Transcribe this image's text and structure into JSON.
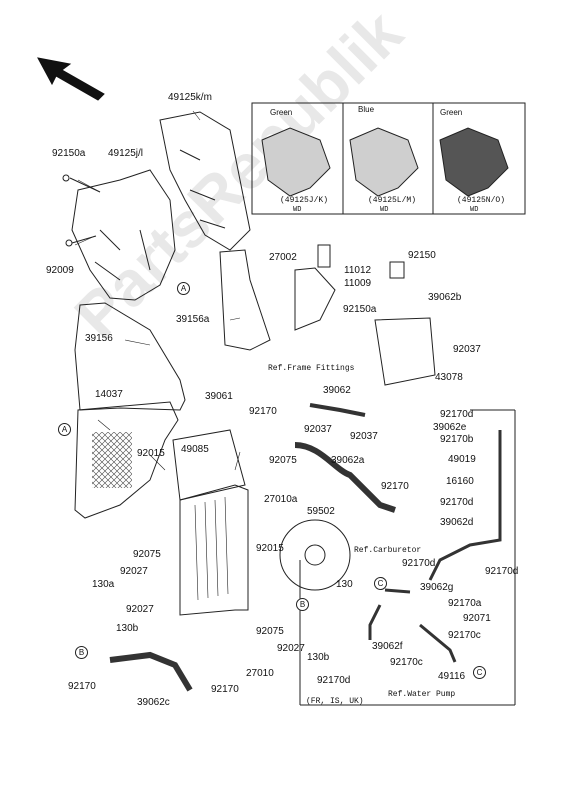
{
  "labels": {
    "p49125km": "49125k/m",
    "p92150a_top": "92150a",
    "p49125jl": "49125j/l",
    "p92009": "92009",
    "p39156": "39156",
    "p39156a": "39156a",
    "p14037": "14037",
    "p39061": "39061",
    "p92015_a": "92015",
    "p49085": "49085",
    "p92075_a": "92075",
    "p92027_a": "92027",
    "p130a": "130a",
    "p92027_b": "92027",
    "p130b_a": "130b",
    "p92170_bl": "92170",
    "p39062c": "39062c",
    "p92170_b2": "92170",
    "p27010": "27010",
    "p27002": "27002",
    "p11012": "11012",
    "p11009": "11009",
    "p92150": "92150",
    "p92150a_mid": "92150a",
    "p39062b": "39062b",
    "p92037_a": "92037",
    "p43078": "43078",
    "p39062": "39062",
    "p92170_m1": "92170",
    "p92037_b": "92037",
    "p92037_c": "92037",
    "p92075_b": "92075",
    "p39062a": "39062a",
    "p92170_m2": "92170",
    "p27010a": "27010a",
    "p59502": "59502",
    "p92015_b": "92015",
    "p130_r": "130",
    "p92075_c": "92075",
    "p92027_c": "92027",
    "p130b_b": "130b",
    "p92170d_1": "92170d",
    "p39062e": "39062e",
    "p92170b": "92170b",
    "p49019": "49019",
    "p16160": "16160",
    "p92170d_2": "92170d",
    "p39062d": "39062d",
    "p92170d_3": "92170d",
    "p92170d_4": "92170d",
    "p39062g": "39062g",
    "p92170a": "92170a",
    "p92071": "92071",
    "p39062f": "39062f",
    "p92170c_a": "92170c",
    "p92170c_b": "92170c",
    "p49116": "49116",
    "p92170d_5": "92170d"
  },
  "refs": {
    "frame": "Ref.Frame Fittings",
    "carb": "Ref.Carburetor",
    "pump": "Ref.Water Pump",
    "markets": "(FR, IS, UK)"
  },
  "panels": [
    {
      "color": "Green",
      "code": "(49125J/K)",
      "model": "WD"
    },
    {
      "color": "Blue",
      "code": "(49125L/M)",
      "model": "WD"
    },
    {
      "color": "Green",
      "code": "(49125N/O)",
      "model": "WD"
    }
  ],
  "markers": {
    "a": "A",
    "b": "B",
    "c": "C"
  },
  "watermark": "PartsRepublik"
}
